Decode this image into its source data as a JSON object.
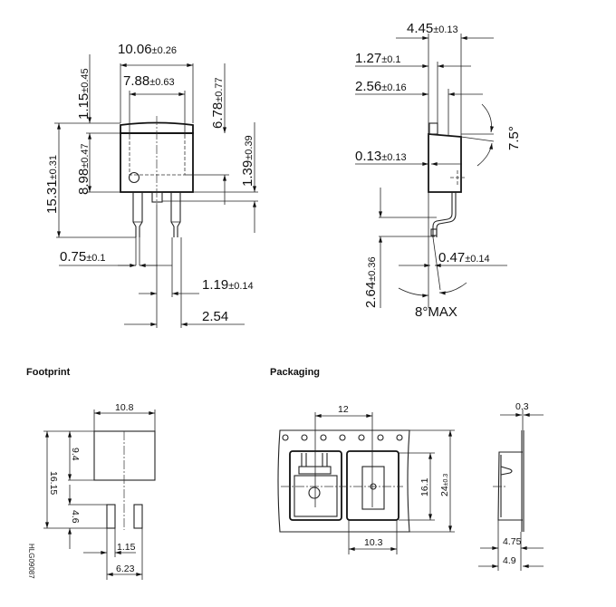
{
  "package_outline": {
    "front": {
      "width_total": {
        "value": "10.06",
        "tol": "±0.26"
      },
      "width_inner": {
        "value": "7.88",
        "tol": "±0.63"
      },
      "tab_height": {
        "value": "1.15",
        "tol": "±0.45"
      },
      "body_height": {
        "value": "8.98",
        "tol": "±0.47"
      },
      "total_height": {
        "value": "15.31",
        "tol": "±0.31"
      },
      "hole_offset": {
        "value": "6.78",
        "tol": "±0.77"
      },
      "stub_height": {
        "value": "1.39",
        "tol": "±0.39"
      },
      "lead_width": {
        "value": "0.75",
        "tol": "±0.1"
      },
      "lead_width_upper": {
        "value": "1.19",
        "tol": "±0.14"
      },
      "pitch": {
        "value": "2.54",
        "tol": ""
      }
    },
    "side": {
      "thickness": {
        "value": "4.45",
        "tol": "±0.13"
      },
      "tab_thickness": {
        "value": "1.27",
        "tol": "±0.1"
      },
      "lead_offset": {
        "value": "2.56",
        "tol": "±0.16"
      },
      "angle": {
        "value": "7.5°"
      },
      "standoff": {
        "value": "0.13",
        "tol": "±0.13"
      },
      "lead_length": {
        "value": "2.64",
        "tol": "±0.36"
      },
      "lead_thickness": {
        "value": "0.47",
        "tol": "±0.14"
      },
      "lead_angle": {
        "value": "8°MAX"
      }
    }
  },
  "footprint": {
    "title": "Footprint",
    "pad_width": "10.8",
    "pad_height": "9.4",
    "total_height": "16.15",
    "small_pad_height": "4.6",
    "small_pad_width": "1.15",
    "small_pad_span": "6.23",
    "drawing_id": "HLG09087"
  },
  "packaging": {
    "title": "Packaging",
    "pitch": "12",
    "pocket_length": "16.1",
    "tape_width": {
      "value": "24",
      "tol": "±0.3"
    },
    "pocket_width": "10.3",
    "tape_thickness": "0.3",
    "pocket_depth": "4.75",
    "total_depth": "4.9"
  }
}
